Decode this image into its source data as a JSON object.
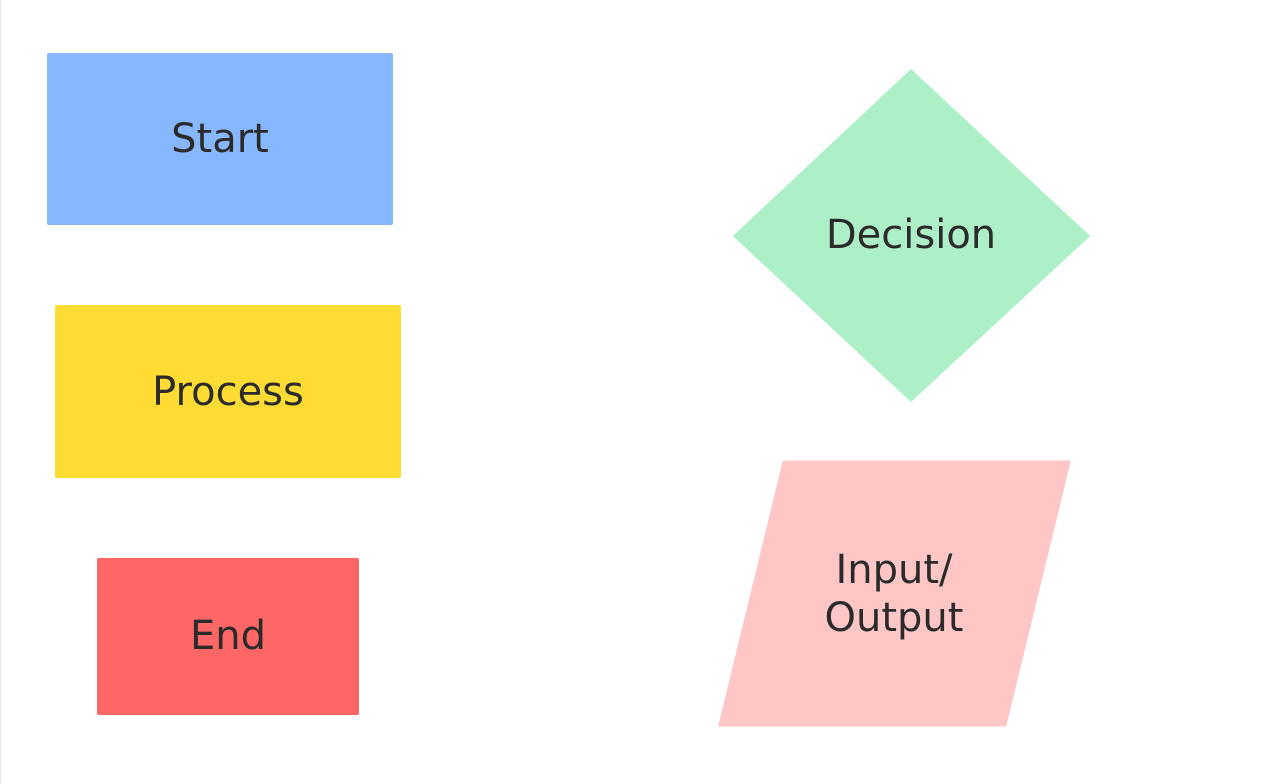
{
  "shapes": [
    {
      "id": "start",
      "kind": "rect",
      "label": [
        "Start"
      ],
      "color": "#86b7ff"
    },
    {
      "id": "process",
      "kind": "rect",
      "label": [
        "Process"
      ],
      "color": "#ffdc33"
    },
    {
      "id": "end",
      "kind": "rect",
      "label": [
        "End"
      ],
      "color": "#ff6666"
    },
    {
      "id": "decision",
      "kind": "diamond",
      "label": [
        "Decision"
      ],
      "color": "#adf0c7"
    },
    {
      "id": "input-output",
      "kind": "parallelogram",
      "label": [
        "Input/",
        "Output"
      ],
      "color": "#ffc6c6"
    }
  ]
}
